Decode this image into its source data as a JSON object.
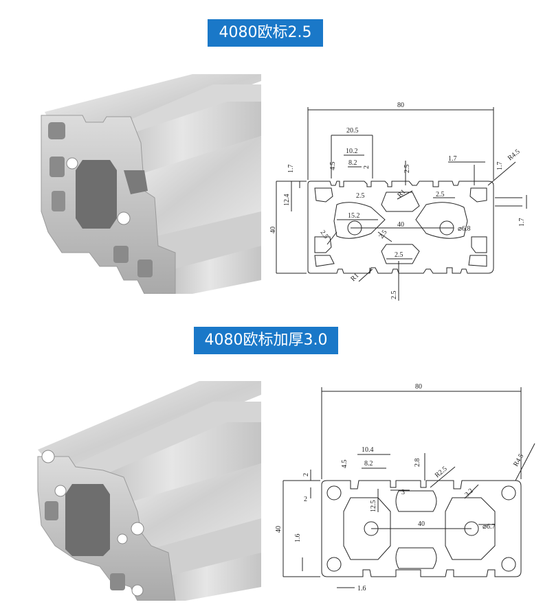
{
  "section1": {
    "title": "4080欧标2.5",
    "dims": {
      "width": "80",
      "slot_outer": "20.5",
      "slot_mid": "10.2",
      "slot_inner": "8.2",
      "wall_a": "1.7",
      "lip_depth": "4.5",
      "lip_b": "2",
      "top_wall": "2.5",
      "corner_r": "R4.5",
      "wall_c": "1.7",
      "radius_1": "R1",
      "rib": "2.5",
      "slot_depth": "12.4",
      "rib_2": "2.5",
      "right_wall": "1.7",
      "core_width": "15.2",
      "pitch": "40",
      "hole": "⌀6.8",
      "height": "40",
      "diag_1": "2.5",
      "diag_2": "2.5",
      "bottom_rib": "2.5",
      "radius_2": "R1",
      "bottom_wall": "2.5"
    }
  },
  "section2": {
    "title": "4080欧标加厚3.0",
    "dims": {
      "width": "80",
      "slot_mid": "10.4",
      "slot_inner": "8.2",
      "lip_depth": "4.5",
      "top_wall": "2.8",
      "radius_top": "R2.5",
      "corner_r": "R4.5",
      "wall_a": "2",
      "wall_b": "2",
      "slot_depth": "12.5",
      "rib_a": "3",
      "diag": "3.2",
      "height": "40",
      "pitch": "40",
      "hole": "⌀6.7",
      "side_wall": "1.6",
      "bottom_wall": "1.6"
    }
  }
}
